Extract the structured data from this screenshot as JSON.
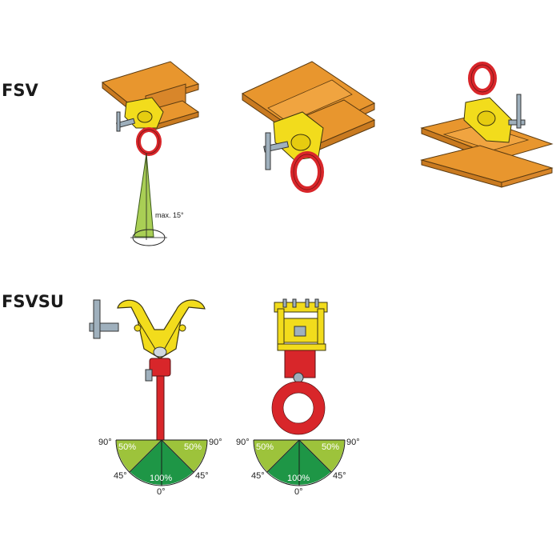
{
  "sections": {
    "fsv_label": "FSV",
    "fsvsu_label": "FSVSU"
  },
  "fsv_angle_note": "max. 15°",
  "load_diagram_left": {
    "angle_90_left": "90°",
    "angle_90_right": "90°",
    "angle_45_left": "45°",
    "angle_45_right": "45°",
    "angle_0": "0°",
    "pct_side_left": "50%",
    "pct_side_right": "50%",
    "pct_center": "100%"
  },
  "load_diagram_right": {
    "angle_90_left": "90°",
    "angle_90_right": "90°",
    "angle_45_left": "45°",
    "angle_45_right": "45°",
    "angle_0": "0°",
    "pct_side_left": "50%",
    "pct_side_right": "50%",
    "pct_center": "100%"
  },
  "colors": {
    "beam_orange": "#e8962e",
    "clamp_yellow": "#f2dc1c",
    "eye_red": "#d8262a",
    "zone_light_green": "#9dc33b",
    "zone_dark_green": "#1e9646",
    "cone_green": "#a9cf55"
  }
}
